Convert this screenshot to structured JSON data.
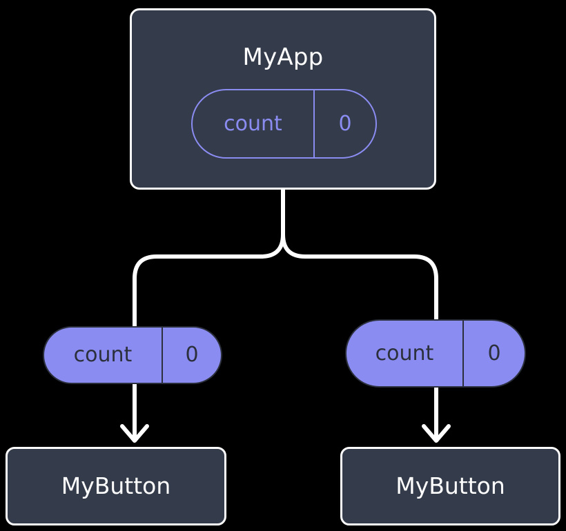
{
  "diagram": {
    "title_text": "MyApp",
    "background_color": "#000000",
    "node_fill_color": "#343b4a",
    "node_border_color": "#ffffff",
    "accent_color": "#8b8cf2",
    "dark_text_color": "#2b303c",
    "connector_color": "#ffffff"
  },
  "root": {
    "name": "MyApp",
    "state": {
      "key": "count",
      "value": "0"
    }
  },
  "children": [
    {
      "prop": {
        "key": "count",
        "value": "0"
      },
      "component": {
        "name": "MyButton"
      }
    },
    {
      "prop": {
        "key": "count",
        "value": "0"
      },
      "component": {
        "name": "MyButton"
      }
    }
  ]
}
